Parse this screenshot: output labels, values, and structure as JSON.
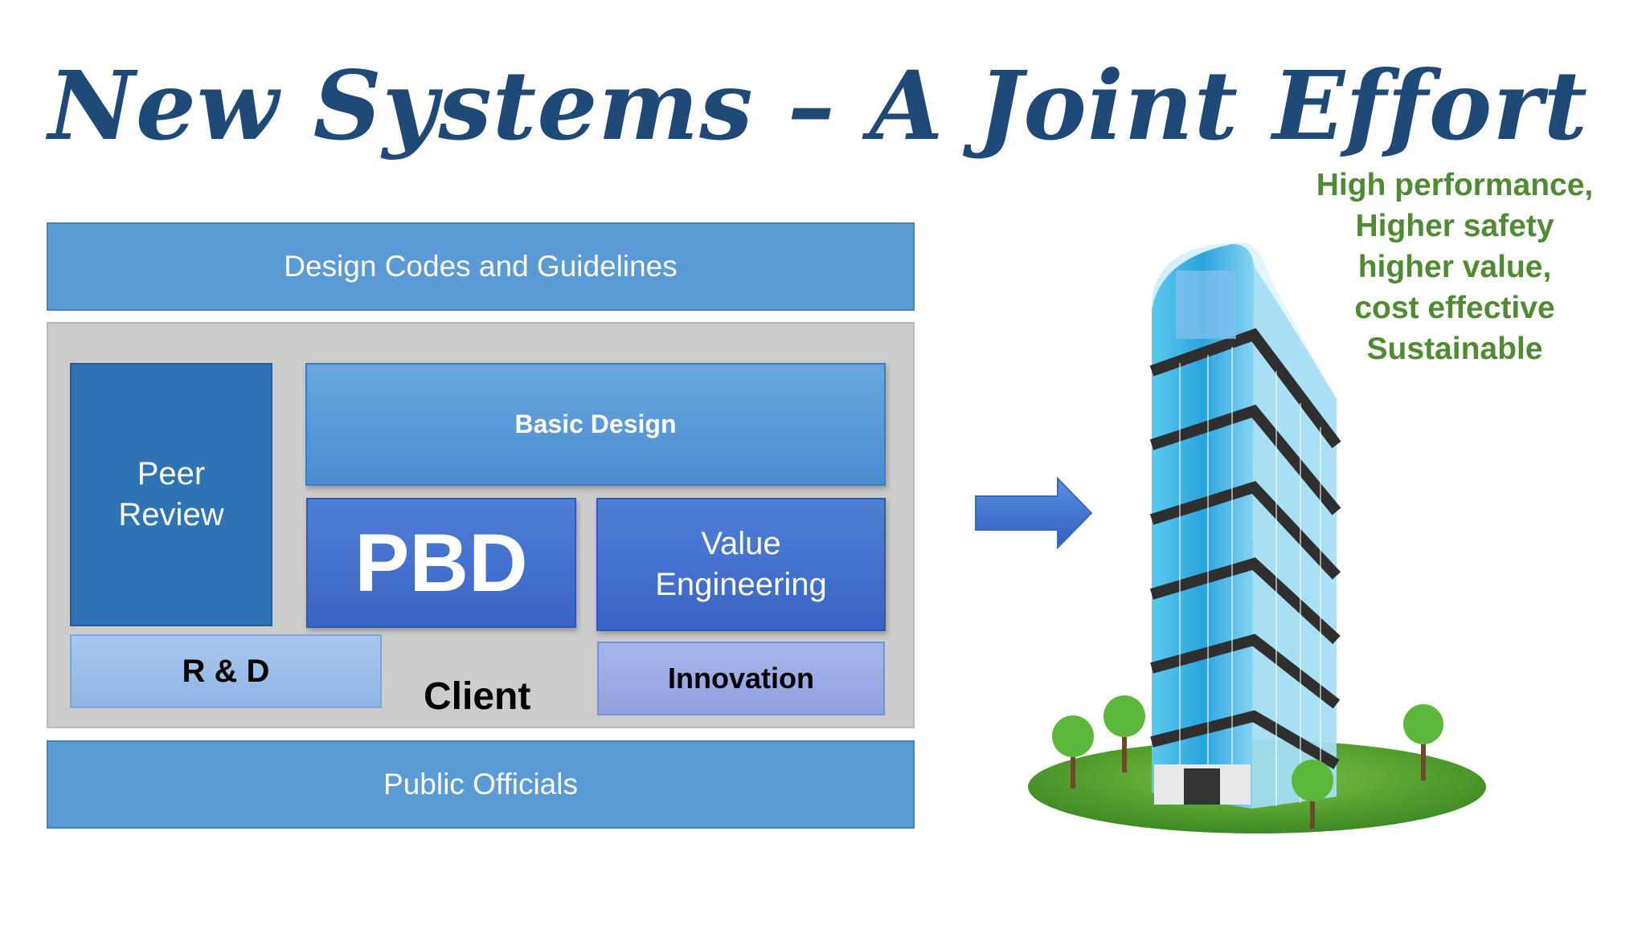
{
  "title": "New Systems – A Joint Effort",
  "diagram": {
    "top_bar": "Design Codes  and Guidelines",
    "peer_review": [
      "Peer",
      "Review"
    ],
    "basic_design": "Basic Design",
    "pbd": "PBD",
    "value_engineering": [
      "Value",
      "Engineering"
    ],
    "rd": "R & D",
    "client": "Client",
    "innovation": "Innovation",
    "bottom_bar": "Public Officials"
  },
  "tagline": [
    "High performance,",
    "Higher safety",
    "higher value,",
    "cost effective",
    "Sustainable"
  ],
  "colors": {
    "title": "#1f4a78",
    "bar": "#5b9bd5",
    "tagline": "#4e8b32"
  }
}
